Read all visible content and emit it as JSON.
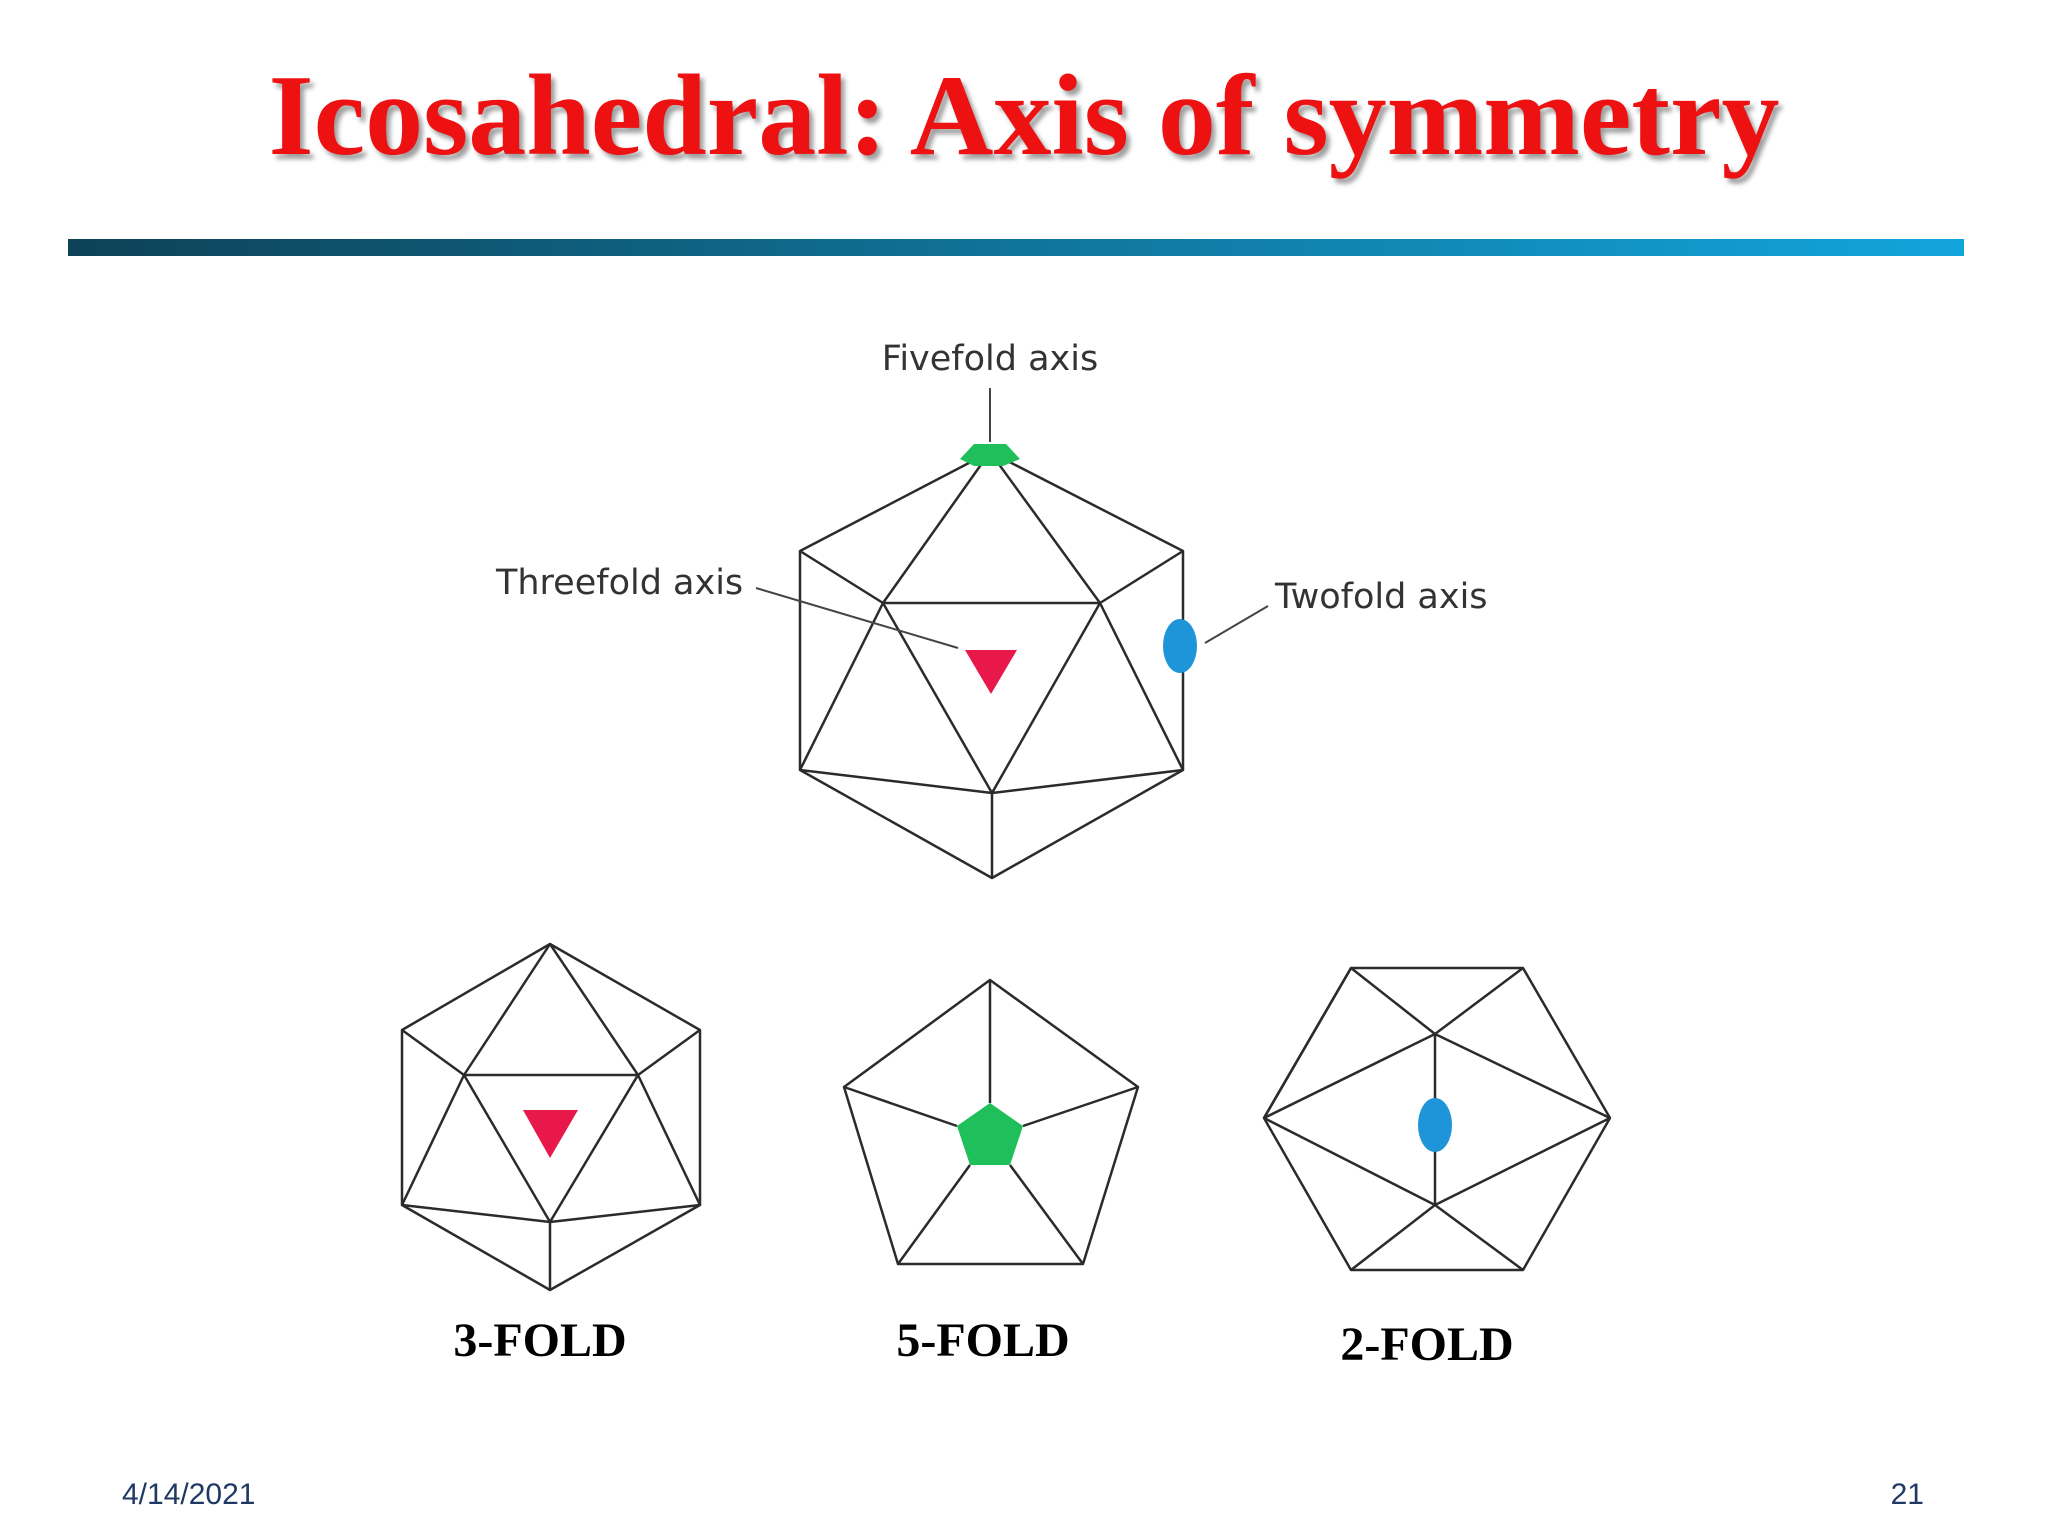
{
  "slide": {
    "title": "Icosahedral: Axis of symmetry",
    "date": "4/14/2021",
    "page_number": "21"
  },
  "colors": {
    "title_text": "#ee1111",
    "rule_start": "#0d4257",
    "rule_end": "#12a5dc",
    "fivefold_marker": "#1fc05c",
    "threefold_marker": "#e8184a",
    "twofold_marker": "#1e95d8",
    "footer_text": "#1f3864"
  },
  "diagram": {
    "fivefold_label": "Fivefold axis",
    "threefold_label": "Threefold axis",
    "twofold_label": "Twofold axis",
    "views": [
      {
        "label": "3-FOLD",
        "marker": "triangle"
      },
      {
        "label": "5-FOLD",
        "marker": "pentagon"
      },
      {
        "label": "2-FOLD",
        "marker": "ellipse"
      }
    ]
  }
}
